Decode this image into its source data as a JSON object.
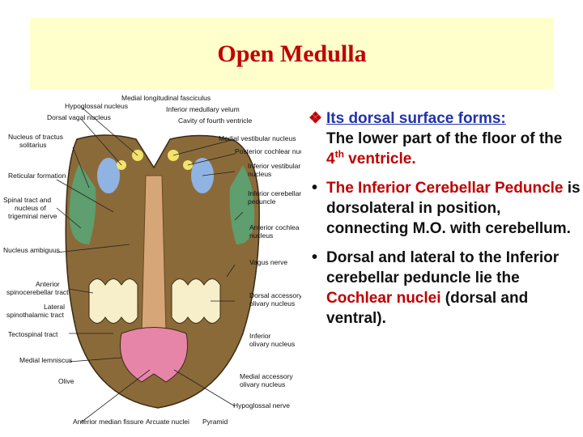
{
  "slide_title": "Open Medulla",
  "labels_left": [
    "Hypoglossal nucleus",
    "Dorsal vagal nucleus",
    "Nucleus of tractus",
    "solitarius",
    "Reticular formation",
    "Spinal tract and",
    "nucleus of",
    "trigeminal nerve",
    "Nucleus ambiguus",
    "Anterior",
    "spinocerebellar tract",
    "Lateral",
    "spinothalamic tract",
    "Tectospinal tract",
    "Medial lemniscus",
    "Olive",
    "Anterior median fissure"
  ],
  "labels_top": [
    "Medial longitudinal fasciculus",
    "Inferior medullary velum",
    "Cavity of fourth ventricle"
  ],
  "labels_right": [
    "Medial vestibular nucleus",
    "Posterior cochlear nucleus",
    "Inferior vestibular",
    "nucleus",
    "Inferior cerebellar",
    "peduncle",
    "Anterior cochlea",
    "nucleus",
    "Vagus nerve",
    "Dorsal accessory",
    "olivary nucleus",
    "Inferior",
    "olivary nucleus",
    "Medial accessory",
    "olivary nucleus",
    "Hypoglossal nerve"
  ],
  "labels_bottom": [
    "Arcuate nuclei",
    "Pyramid"
  ],
  "bullets": {
    "b1_head": "Its  dorsal surface forms:",
    "b1_text": "The lower part of the floor of the",
    "b1_red": "4",
    "b1_sup": "th",
    "b1_red2": " ventricle.",
    "b2_red": "The Inferior Cerebellar Peduncle",
    "b2_text": " is dorsolateral in position, connecting M.O. with cerebellum.",
    "b3_text": "Dorsal and lateral to the Inferior cerebellar peduncle lie the ",
    "b3_red": "Cochlear nuclei",
    "b3_text2": " (dorsal and ventral)."
  },
  "colors": {
    "title": "#c00000",
    "band": "#ffffcc",
    "tissue": "#8b6a3a",
    "vestibular": "#8fb4e3",
    "peduncle": "#5f9e6e",
    "pyramid": "#e785a8",
    "nuclei": "#f2e36a"
  }
}
